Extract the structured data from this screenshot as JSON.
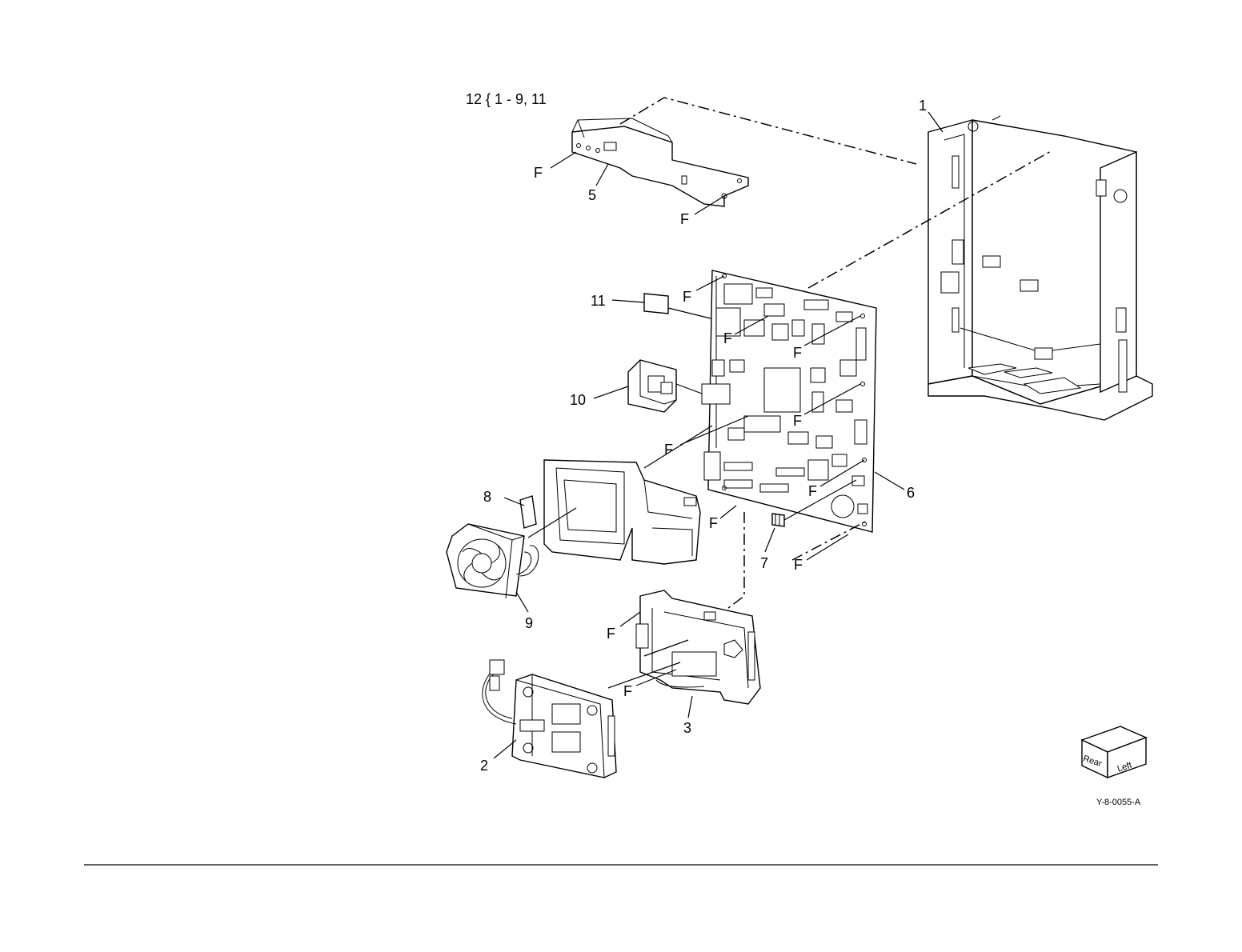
{
  "callouts": {
    "group_label": "12 { 1 - 9, 11",
    "p1": "1",
    "p2": "2",
    "p3": "3",
    "p5": "5",
    "p6": "6",
    "p7": "7",
    "p8": "8",
    "p9": "9",
    "p10": "10",
    "p11": "11",
    "fastener": "F"
  },
  "orientation_cube": {
    "rear": "Rear",
    "left": "Left"
  },
  "figure_id": "Y-8-0055-A"
}
